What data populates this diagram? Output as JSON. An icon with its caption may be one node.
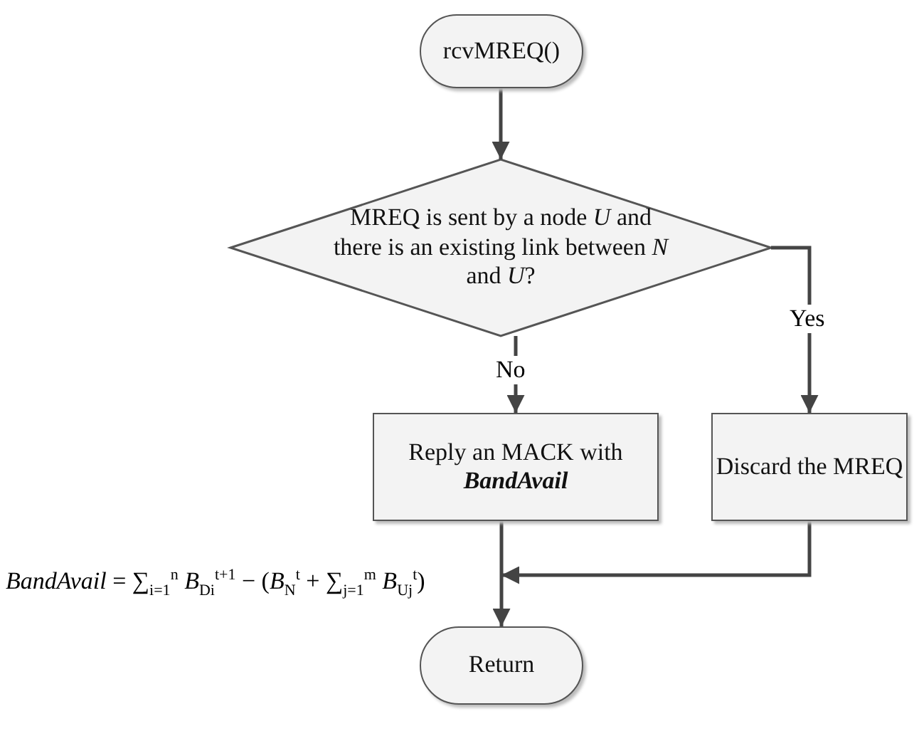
{
  "diagram": {
    "nodes": [
      {
        "text": [
          "rcvMREQ()"
        ]
      },
      {
        "text": [
          "MREQ is sent by a node *U* and there is an existing link between *N* and *U*?"
        ]
      },
      {
        "text": [
          "Reply an MACK with **BandAvail**"
        ]
      },
      {
        "text": [
          "Discard the MREQ"
        ]
      },
      {
        "text": [
          "Return"
        ]
      }
    ],
    "edges": [
      {
        "from": 0,
        "to": 1,
        "arrow": "to"
      },
      {
        "from": 1,
        "to": 2,
        "arrow": "to",
        "label": "No"
      },
      {
        "from": 1,
        "to": 3,
        "arrow": "to",
        "label": "Yes"
      },
      {
        "from": 2,
        "to": 4,
        "arrow": "to"
      },
      {
        "from": 3,
        "to": 4,
        "arrow": "to"
      }
    ],
    "labels": [
      "*BandAvail* = ∑$_{i=1}$$^{n}$ *B*$_{Di}$$^{t+1}$ − (*B*$_{N}$$^{t}$ + ∑$_{j=1}$$^{m}$ *B*$_{Uj}$$^{t}$)"
    ]
  }
}
